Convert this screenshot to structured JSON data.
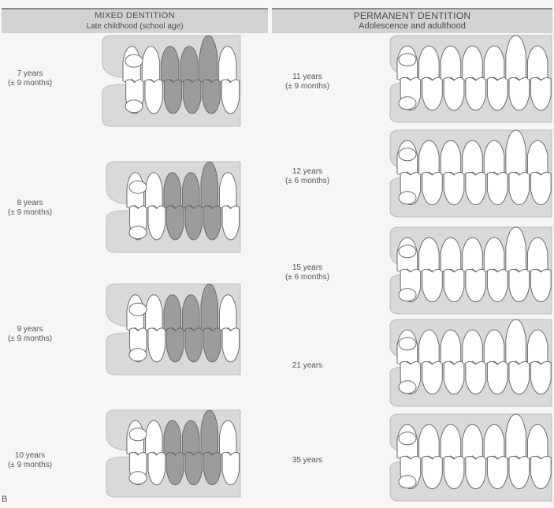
{
  "headers": {
    "left": {
      "title": "MIXED DENTITION",
      "subtitle": "Late childhood (school age)"
    },
    "right": {
      "title": "PERMANENT DENTITION",
      "subtitle": "Adolescence and adulthood"
    }
  },
  "left_stages": [
    {
      "age": "7 years",
      "range": "(± 9 months)"
    },
    {
      "age": "8 years",
      "range": "(± 9 months)"
    },
    {
      "age": "9 years",
      "range": "(± 9 months)"
    },
    {
      "age": "10 years",
      "range": "(± 9 months)"
    }
  ],
  "right_stages": [
    {
      "age": "11 years",
      "range": "(± 9 months)"
    },
    {
      "age": "12 years",
      "range": "(± 6 months)"
    },
    {
      "age": "15 years",
      "range": "(± 6 months)"
    },
    {
      "age": "21 years",
      "range": ""
    },
    {
      "age": "35 years",
      "range": ""
    }
  ],
  "footer_label": "B",
  "colors": {
    "gum": "#d9d9d9",
    "tooth": "#ffffff",
    "primary_tooth": "#9c9c9c",
    "outline": "#6a6a6a",
    "header_bg": "#d2d2d2"
  }
}
